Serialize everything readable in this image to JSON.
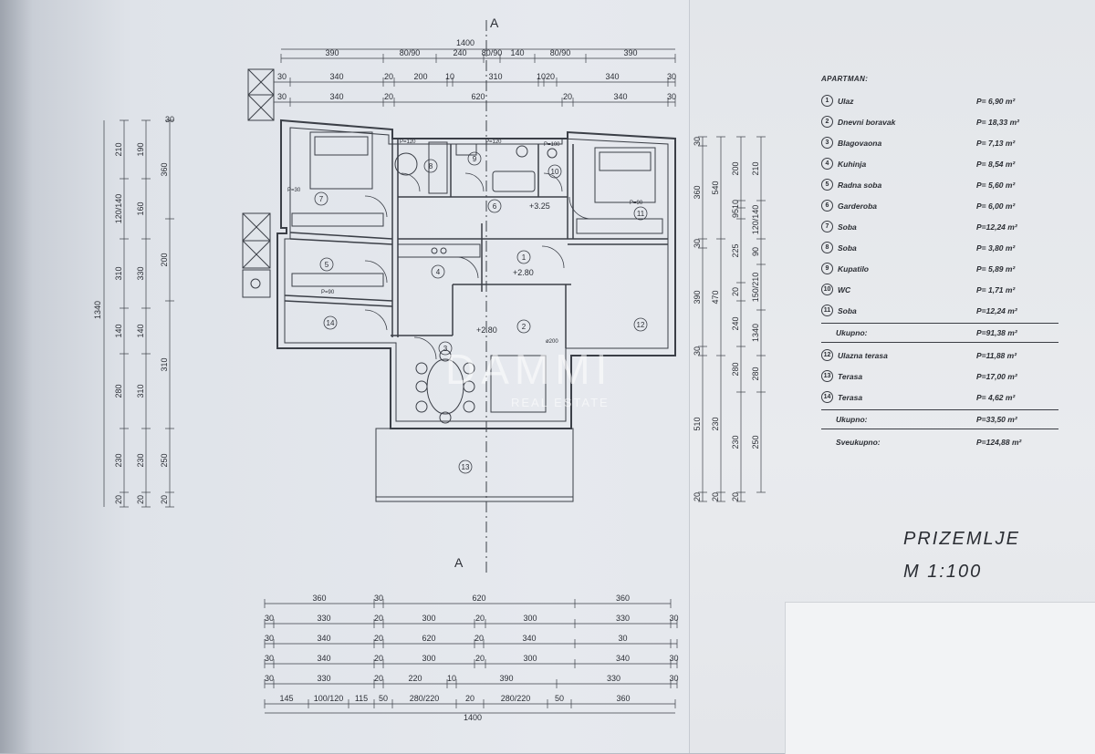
{
  "legend": {
    "header": "APARTMAN:",
    "rooms": [
      {
        "num": "1",
        "name": "Ulaz",
        "area": "P= 6,90 m²"
      },
      {
        "num": "2",
        "name": "Dnevni boravak",
        "area": "P= 18,33 m²"
      },
      {
        "num": "3",
        "name": "Blagovaona",
        "area": "P= 7,13 m²"
      },
      {
        "num": "4",
        "name": "Kuhinja",
        "area": "P= 8,54 m²"
      },
      {
        "num": "5",
        "name": "Radna soba",
        "area": "P= 5,60 m²"
      },
      {
        "num": "6",
        "name": "Garderoba",
        "area": "P= 6,00 m²"
      },
      {
        "num": "7",
        "name": "Soba",
        "area": "P=12,24 m²"
      },
      {
        "num": "8",
        "name": "Soba",
        "area": "P= 3,80 m²"
      },
      {
        "num": "9",
        "name": "Kupatilo",
        "area": "P= 5,89 m²"
      },
      {
        "num": "10",
        "name": "WC",
        "area": "P= 1,71 m²"
      },
      {
        "num": "11",
        "name": "Soba",
        "area": "P=12,24 m²"
      }
    ],
    "subtotal1": {
      "name": "Ukupno:",
      "area": "P=91,38 m²"
    },
    "terraces": [
      {
        "num": "12",
        "name": "Ulazna terasa",
        "area": "P=11,88 m²"
      },
      {
        "num": "13",
        "name": "Terasa",
        "area": "P=17,00 m²"
      },
      {
        "num": "14",
        "name": "Terasa",
        "area": "P= 4,62 m²"
      }
    ],
    "subtotal2": {
      "name": "Ukupno:",
      "area": "P=33,50 m²"
    },
    "grand": {
      "name": "Sveukupno:",
      "area": "P=124,88 m²"
    }
  },
  "title": "PRIZEMLJE",
  "scale": "M 1:100",
  "watermark": {
    "brand": "DAMMI",
    "tag": "REAL ESTATE"
  },
  "section_marker": "A",
  "levels": {
    "l1": "+3.25",
    "l2": "+2.80",
    "l3": "+2.80"
  },
  "door_labels": {
    "d1": "P=30",
    "d2": "P=120",
    "d3": "P=120",
    "d4": "P=100",
    "d5": "P=90",
    "d6": "P=90",
    "d7": "ø200"
  },
  "top_dims": {
    "r1": [
      "390",
      "80/90",
      "240",
      "80/90",
      "140",
      "80/90",
      "390"
    ],
    "total": "1400",
    "r2": [
      "30",
      "340",
      "20",
      "200",
      "10",
      "310",
      "10",
      "20",
      "340",
      "30"
    ],
    "r3": [
      "30",
      "340",
      "20",
      "620",
      "20",
      "340",
      "30"
    ]
  },
  "bottom_dims": {
    "r1": [
      "360",
      "30",
      "620",
      "360"
    ],
    "r2": [
      "30",
      "330",
      "20",
      "300",
      "20",
      "300",
      "330",
      "30"
    ],
    "r3": [
      "30",
      "340",
      "20",
      "620",
      "20",
      "340",
      "30"
    ],
    "r4": [
      "30",
      "340",
      "20",
      "300",
      "20",
      "300",
      "340",
      "30"
    ],
    "r5": [
      "30",
      "330",
      "20",
      "220",
      "10",
      "390",
      "330",
      "30"
    ],
    "r6": [
      "145",
      "100/120",
      "115",
      "50",
      "280/220",
      "20",
      "280/220",
      "50",
      "360"
    ],
    "total": "1400"
  },
  "left_dims": {
    "c1": [
      "210",
      "120/140",
      "310",
      "140",
      "280",
      "230",
      "20"
    ],
    "c1top": "30",
    "total": "1340",
    "c2": [
      "190",
      "160",
      "330",
      "140",
      "310",
      "230",
      "20"
    ],
    "c3": [
      "360",
      "200",
      "310",
      "250",
      "20"
    ]
  },
  "right_dims": {
    "c1": [
      "30",
      "360",
      "30",
      "390",
      "30",
      "510",
      "20"
    ],
    "c2": [
      "540",
      "470",
      "230",
      "20"
    ],
    "c3": [
      "200",
      "10",
      "95",
      "225",
      "20",
      "240",
      "280",
      "230",
      "20"
    ],
    "c4": [
      "210",
      "120/140",
      "90",
      "150/210",
      "1340",
      "280",
      "250"
    ]
  }
}
